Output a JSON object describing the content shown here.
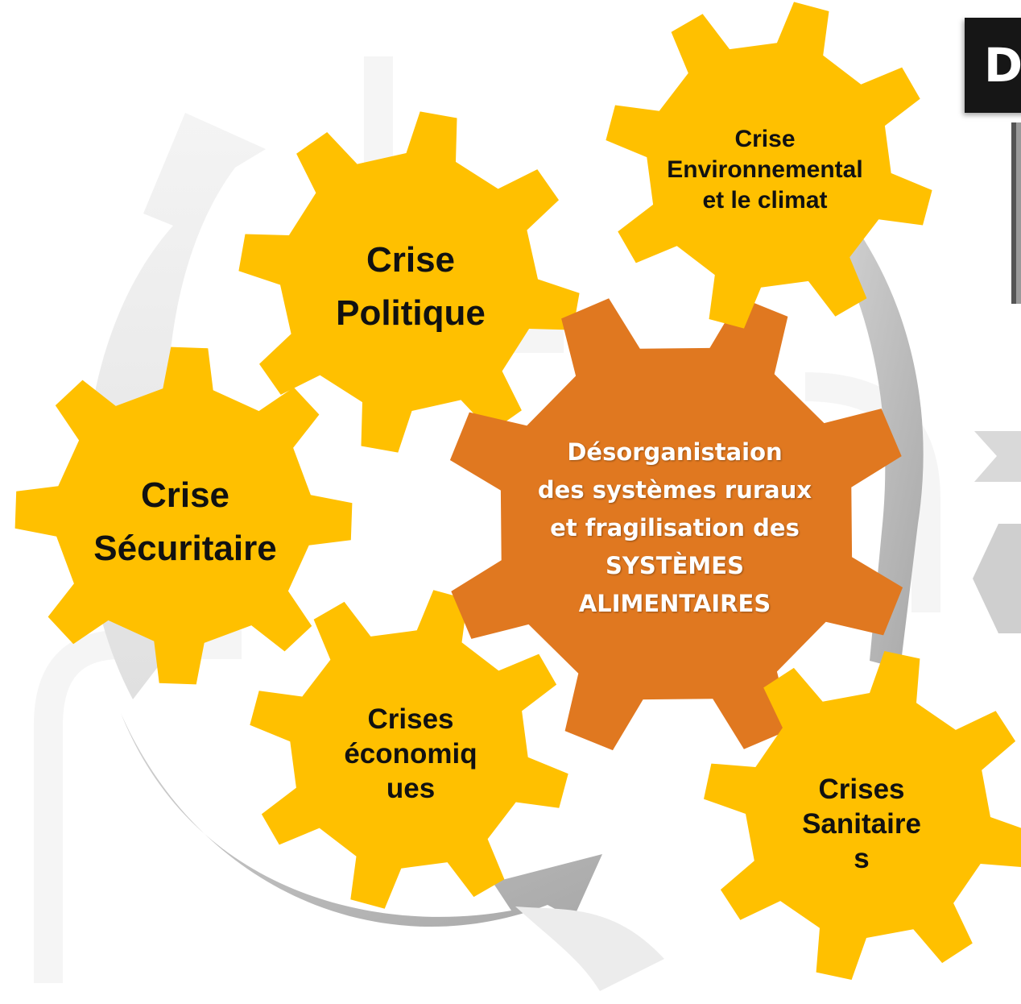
{
  "diagram": {
    "center_gear": {
      "lines": [
        "Désorganistaion",
        "des systèmes ruraux",
        "et fragilisation des",
        "SYSTÈMES",
        "ALIMENTAIRES"
      ],
      "color": "#E07820"
    },
    "gears": [
      {
        "id": "politique",
        "lines": [
          "Crise",
          "Politique"
        ]
      },
      {
        "id": "environnement",
        "lines": [
          "Crise",
          "Environnemental",
          "et le climat"
        ]
      },
      {
        "id": "securitaire",
        "lines": [
          "Crise",
          "Sécuritaire"
        ]
      },
      {
        "id": "economiques",
        "lines": [
          "Crises",
          "économiq",
          "ues"
        ]
      },
      {
        "id": "sanitaires",
        "lines": [
          "Crises",
          "Sanitaire",
          "s"
        ]
      }
    ],
    "gear_color": "#FFC000",
    "arrow_colors": [
      "#E8E8E8",
      "#BDBDBD"
    ]
  },
  "side_panel": {
    "title_letter": "D",
    "title_color": "#161616"
  }
}
